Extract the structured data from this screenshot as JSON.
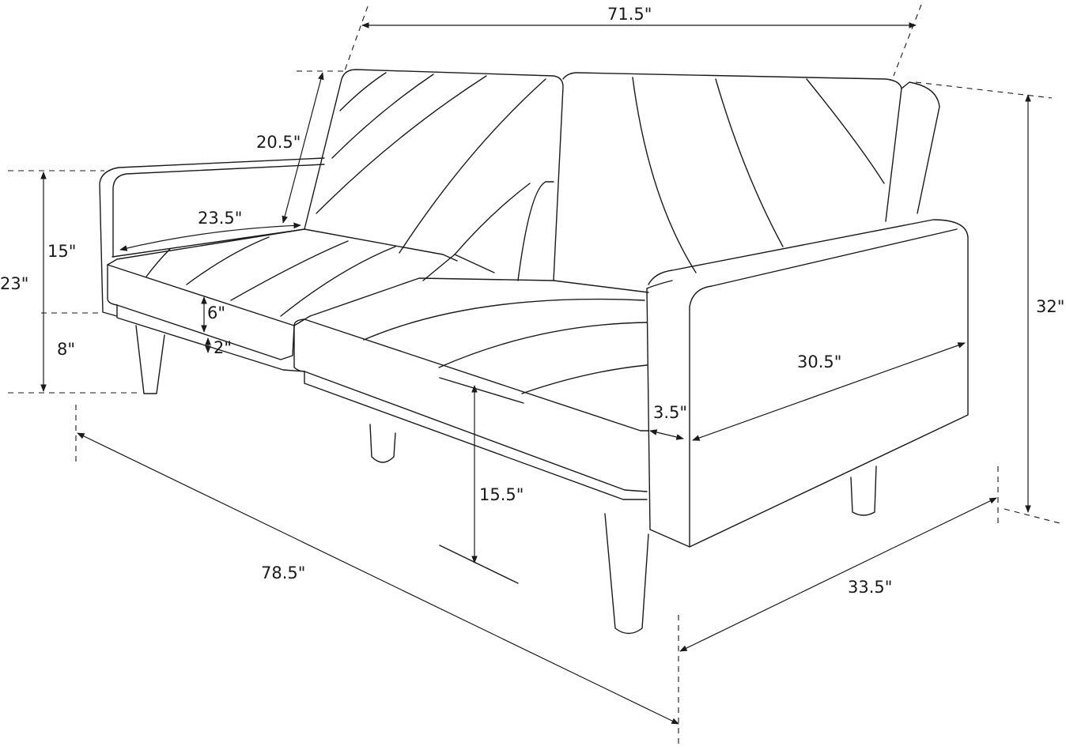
{
  "diagram": {
    "subject": "sofa-futon-dimension-drawing",
    "line_color": "#1a1a1a",
    "background": "#ffffff",
    "dimensions": {
      "back_width": "71.5\"",
      "back_height": "20.5\"",
      "seat_depth": "23.5\"",
      "arm_height_above_seat": "15\"",
      "arm_total_height": "23\"",
      "leg_height": "8\"",
      "cushion_thickness": "6\"",
      "frame_thickness": "2\"",
      "arm_length": "30.5\"",
      "arm_width": "3.5\"",
      "seat_height": "15.5\"",
      "overall_width": "78.5\"",
      "overall_depth": "33.5\"",
      "overall_height": "32\""
    }
  }
}
